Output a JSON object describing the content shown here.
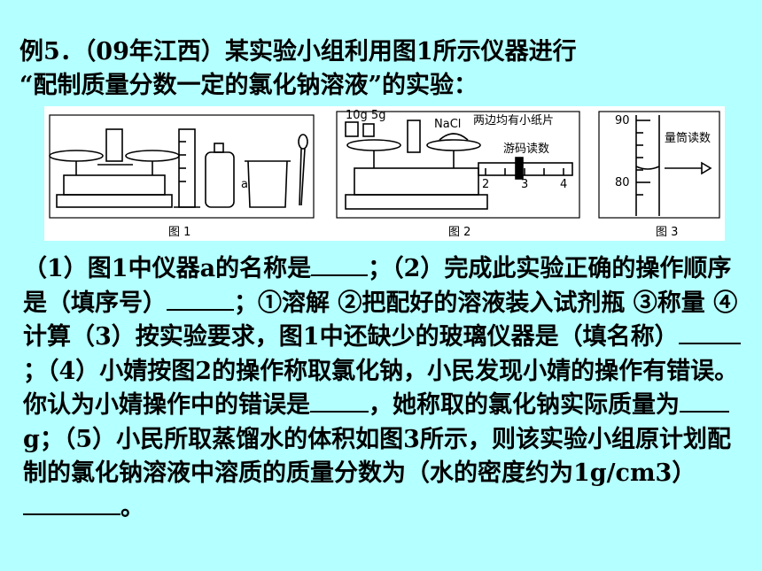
{
  "header": {
    "line1": "例5．（09年江西）某实验小组利用图1所示仪器进行",
    "line2": "“配制质量分数一定的氯化钠溶液”的实验："
  },
  "figures": {
    "fig1_caption": "图 1",
    "fig1_label_a": "a",
    "fig2_caption": "图 2",
    "fig2_weights": "10g 5g",
    "fig2_nacl": "NaCl",
    "fig2_paper_note": "两边均有小纸片",
    "fig2_rider_label": "游码读数",
    "fig2_ticks": [
      "2",
      "3",
      "4"
    ],
    "fig3_caption": "图 3",
    "fig3_reading_label": "量筒读数",
    "fig3_tick_90": "90",
    "fig3_tick_80": "80"
  },
  "question": {
    "p1": "（1）图1中仪器a的名称是",
    "p2": "；（2）完成此实验正确的操作顺序是（填序号）",
    "p3": "；①溶解 ②把配好的溶液装入试剂瓶 ③称量 ④计算（3）按实验要求，图1中还缺少的玻璃仪器是（填名称）",
    "p4": "；（4）小婧按图2的操作称取氯化钠，小民发现小婧的操作有错误。你认为小婧操作中的错误是",
    "p5": "，她称取的氯化钠实际质量为",
    "p6": "g；（5）小民所取蒸馏水的体积如图3所示，则该实验小组原计划配制的氯化钠溶液中溶质的质量分数为（水的密度约为1g/cm3）",
    "p7": "。"
  }
}
